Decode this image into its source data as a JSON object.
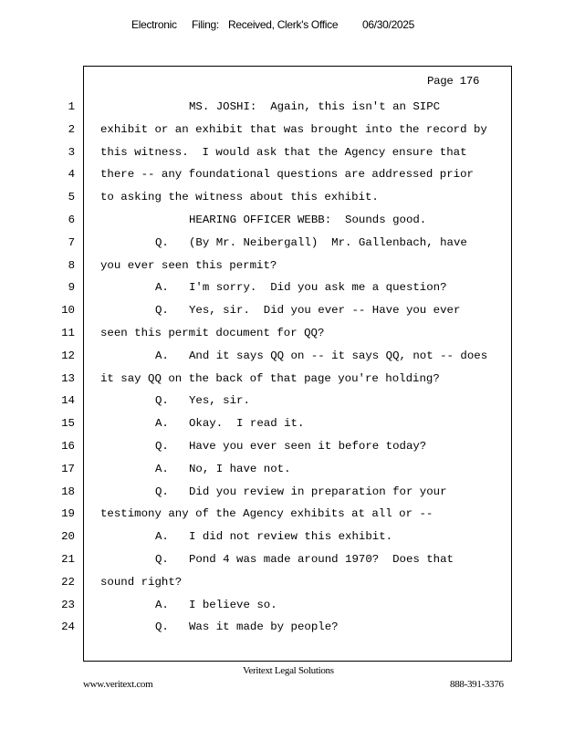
{
  "header": {
    "electronic": "Electronic",
    "filing": "Filing:",
    "received": "Received, Clerk's Office",
    "date": "06/30/2025"
  },
  "page_label": "Page 176",
  "lines": [
    {
      "n": "1",
      "indent": "speaker",
      "label": "",
      "text": "MS. JOSHI:  Again, this isn't an SIPC"
    },
    {
      "n": "2",
      "indent": "none",
      "label": "",
      "text": "exhibit or an exhibit that was brought into the record by"
    },
    {
      "n": "3",
      "indent": "none",
      "label": "",
      "text": "this witness.  I would ask that the Agency ensure that"
    },
    {
      "n": "4",
      "indent": "none",
      "label": "",
      "text": "there -- any foundational questions are addressed prior"
    },
    {
      "n": "5",
      "indent": "none",
      "label": "",
      "text": "to asking the witness about this exhibit."
    },
    {
      "n": "6",
      "indent": "speaker",
      "label": "",
      "text": "HEARING OFFICER WEBB:  Sounds good."
    },
    {
      "n": "7",
      "indent": "qa",
      "label": "Q.",
      "text": "(By Mr. Neibergall)  Mr. Gallenbach, have"
    },
    {
      "n": "8",
      "indent": "none",
      "label": "",
      "text": "you ever seen this permit?"
    },
    {
      "n": "9",
      "indent": "qa",
      "label": "A.",
      "text": "I'm sorry.  Did you ask me a question?"
    },
    {
      "n": "10",
      "indent": "qa",
      "label": "Q.",
      "text": "Yes, sir.  Did you ever -- Have you ever"
    },
    {
      "n": "11",
      "indent": "none",
      "label": "",
      "text": "seen this permit document for QQ?"
    },
    {
      "n": "12",
      "indent": "qa",
      "label": "A.",
      "text": "And it says QQ on -- it says QQ, not -- does"
    },
    {
      "n": "13",
      "indent": "none",
      "label": "",
      "text": "it say QQ on the back of that page you're holding?"
    },
    {
      "n": "14",
      "indent": "qa",
      "label": "Q.",
      "text": "Yes, sir."
    },
    {
      "n": "15",
      "indent": "qa",
      "label": "A.",
      "text": "Okay.  I read it."
    },
    {
      "n": "16",
      "indent": "qa",
      "label": "Q.",
      "text": "Have you ever seen it before today?"
    },
    {
      "n": "17",
      "indent": "qa",
      "label": "A.",
      "text": "No, I have not."
    },
    {
      "n": "18",
      "indent": "qa",
      "label": "Q.",
      "text": "Did you review in preparation for your"
    },
    {
      "n": "19",
      "indent": "none",
      "label": "",
      "text": "testimony any of the Agency exhibits at all or --"
    },
    {
      "n": "20",
      "indent": "qa",
      "label": "A.",
      "text": "I did not review this exhibit."
    },
    {
      "n": "21",
      "indent": "qa",
      "label": "Q.",
      "text": "Pond 4 was made around 1970?  Does that"
    },
    {
      "n": "22",
      "indent": "none",
      "label": "",
      "text": "sound right?"
    },
    {
      "n": "23",
      "indent": "qa",
      "label": "A.",
      "text": "I believe so."
    },
    {
      "n": "24",
      "indent": "qa",
      "label": "Q.",
      "text": "Was it made by people?"
    }
  ],
  "footer": {
    "company": "Veritext  Legal  Solutions",
    "website": "www.veritext.com",
    "phone": "888-391-3376"
  }
}
